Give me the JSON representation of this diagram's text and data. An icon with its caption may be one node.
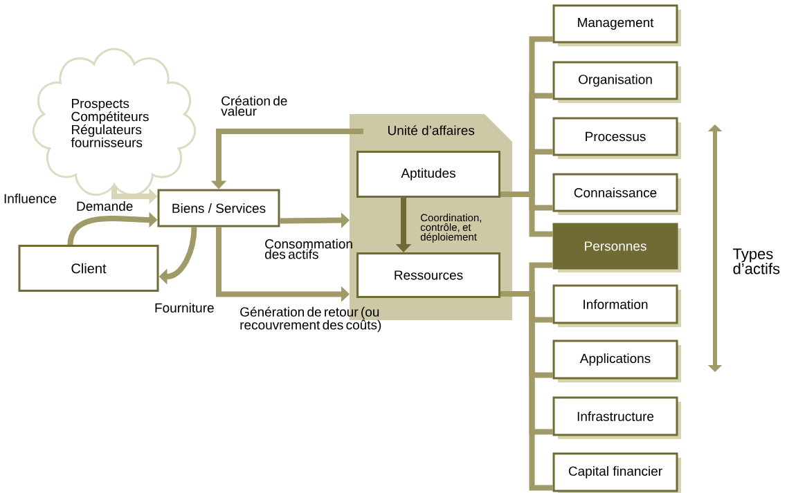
{
  "diagram": {
    "nodes": [
      {
        "text": [
          "Prospects Compétiteurs Régulateurs fournisseurs"
        ]
      },
      {
        "text": [
          "Biens / Services"
        ]
      },
      {
        "text": [
          "Client"
        ]
      },
      {
        "text": [
          "Unité d’affaires"
        ]
      },
      {
        "text": [
          "Aptitudes"
        ],
        "in": 3
      },
      {
        "text": [
          "Ressources"
        ],
        "in": 3
      },
      {
        "text": [
          "Management"
        ]
      },
      {
        "text": [
          "Organisation"
        ]
      },
      {
        "text": [
          "Processus"
        ]
      },
      {
        "text": [
          "Connaissance"
        ]
      },
      {
        "text": [
          "Personnes"
        ]
      },
      {
        "text": [
          "Information"
        ]
      },
      {
        "text": [
          "Applications"
        ]
      },
      {
        "text": [
          "Infrastructure"
        ]
      },
      {
        "text": [
          "Capital financier"
        ]
      }
    ],
    "edges": [
      {
        "from": 0,
        "to": 1,
        "arrow": "to",
        "label": "Influence",
        "color": "#d9d6b8"
      },
      {
        "from": 2,
        "to": 1,
        "arrow": "to",
        "label": "Demande"
      },
      {
        "from": 1,
        "to": 2,
        "arrow": "to",
        "label": "Fourniture"
      },
      {
        "from": 3,
        "to": 1,
        "arrow": "to",
        "label": "Création de valeur"
      },
      {
        "from": 1,
        "to": 3,
        "arrow": "to",
        "label": "Consommation des actifs"
      },
      {
        "from": 1,
        "to": 3,
        "arrow": "to",
        "label": "Génération de retour (ou recouvrement des coûts)"
      },
      {
        "from": 4,
        "to": 5,
        "arrow": "to",
        "label": "Coordination, contrôle, et déploiement",
        "color": "#706b35"
      },
      {
        "from": 4,
        "to": 6,
        "arrow": "none"
      },
      {
        "from": 4,
        "to": 7,
        "arrow": "none"
      },
      {
        "from": 4,
        "to": 8,
        "arrow": "none"
      },
      {
        "from": 4,
        "to": 9,
        "arrow": "none"
      },
      {
        "from": 4,
        "to": 10,
        "arrow": "none"
      },
      {
        "from": 5,
        "to": 10,
        "arrow": "none"
      },
      {
        "from": 5,
        "to": 11,
        "arrow": "none"
      },
      {
        "from": 5,
        "to": 12,
        "arrow": "none"
      },
      {
        "from": 5,
        "to": 13,
        "arrow": "none"
      },
      {
        "from": 5,
        "to": 14,
        "arrow": "none"
      }
    ],
    "labels": [
      "Types d’actifs"
    ]
  }
}
